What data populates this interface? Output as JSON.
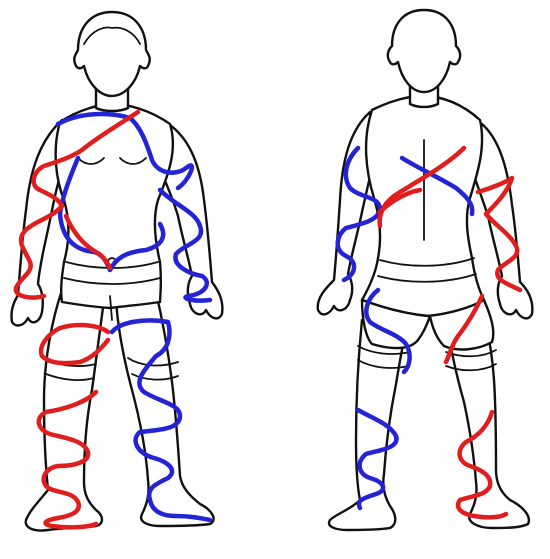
{
  "colors": {
    "outline": "#111111",
    "red": "#e01e1e",
    "blue": "#2424d6",
    "background": "#ffffff"
  },
  "figures": [
    {
      "id": "front",
      "view": "front"
    },
    {
      "id": "back",
      "view": "back"
    }
  ]
}
